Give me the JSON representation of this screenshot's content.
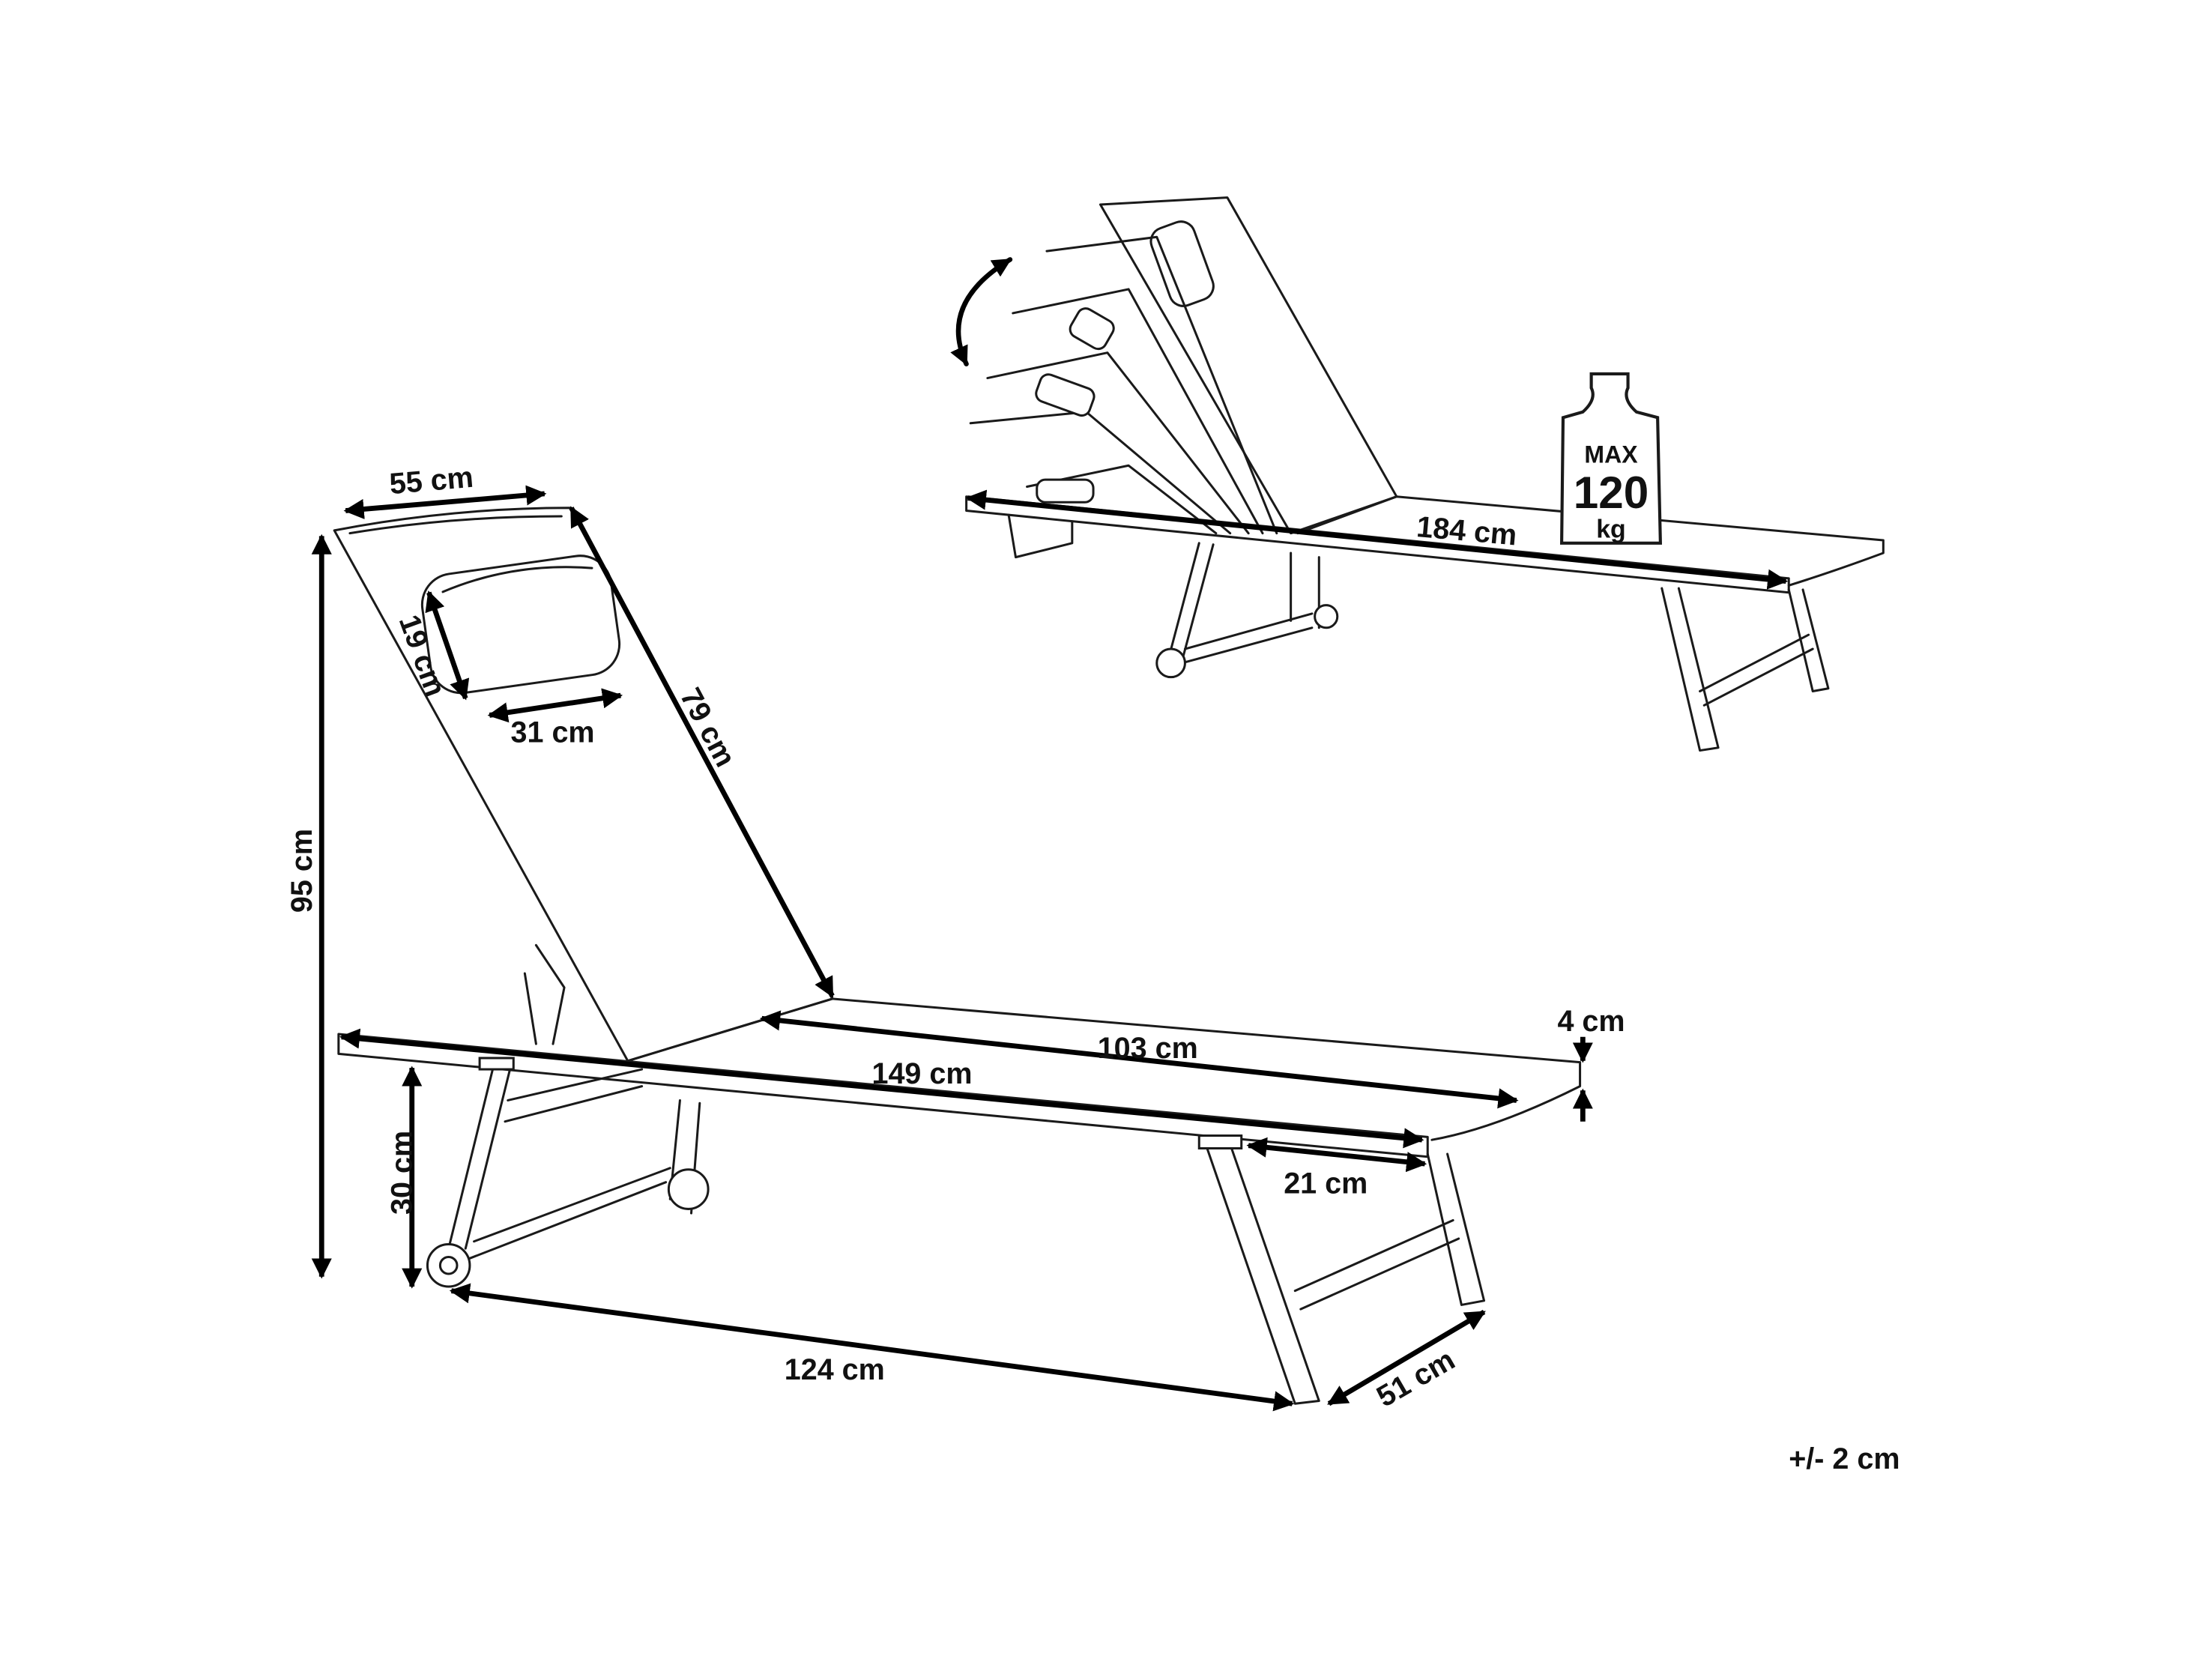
{
  "title": "Sun lounger dimensions",
  "dimensions": {
    "headrest_width": "55 cm",
    "pillow_height": "19 cm",
    "pillow_width": "31 cm",
    "backrest_length": "79 cm",
    "total_height": "95 cm",
    "seat_length": "103 cm",
    "frame_length": "149 cm",
    "seat_thickness": "4 cm",
    "leg_offset": "21 cm",
    "seat_height": "30 cm",
    "base_length": "124 cm",
    "width": "51 cm",
    "total_length_flat": "184 cm"
  },
  "weight_badge": {
    "max": "MAX",
    "value": "120",
    "unit": "kg"
  },
  "tolerance": "+/- 2 cm",
  "colors": {
    "line": "#1a1a1a",
    "background": "#ffffff"
  }
}
